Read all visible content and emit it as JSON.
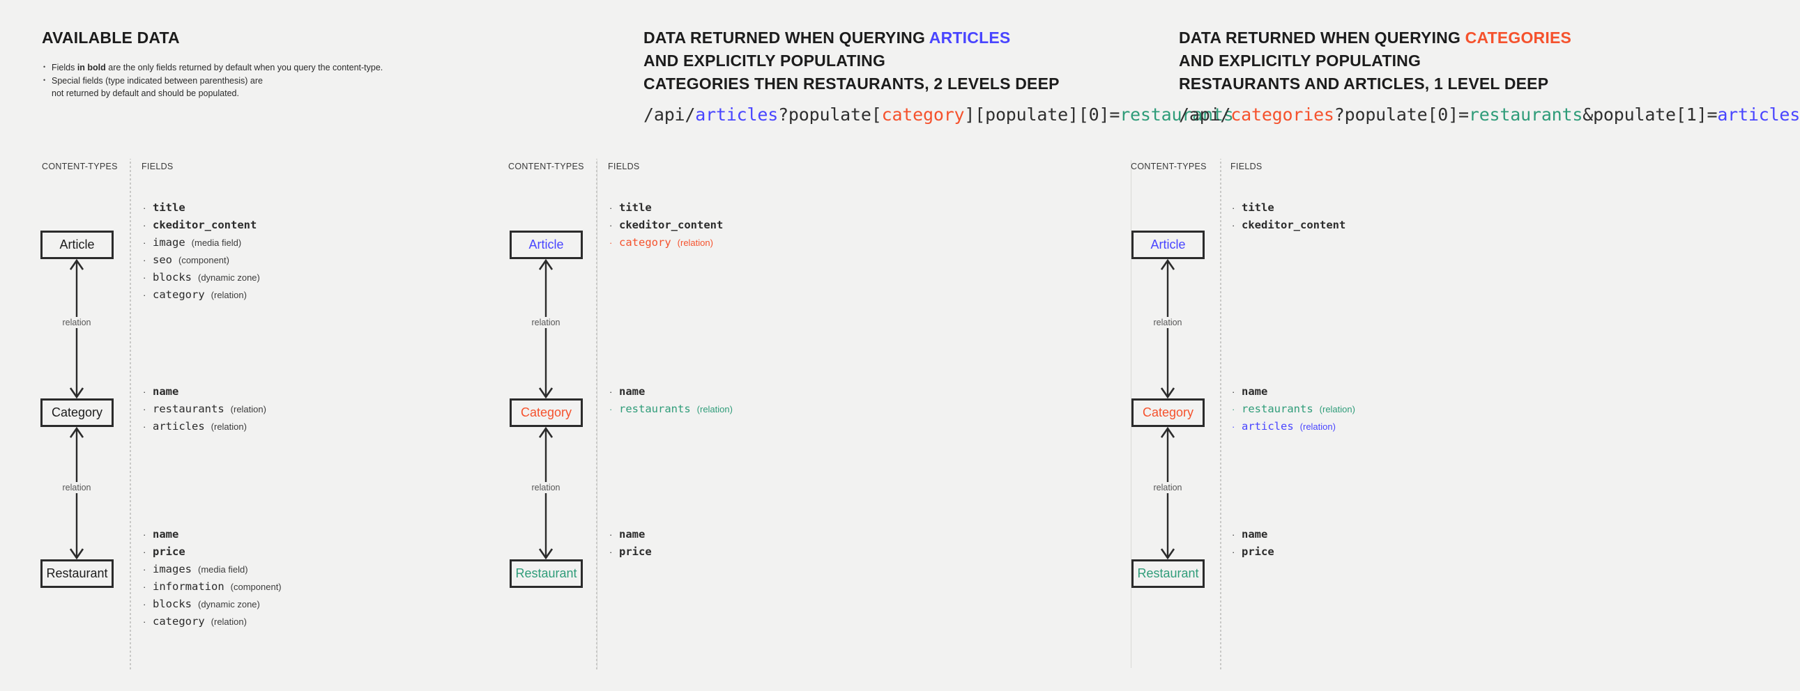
{
  "columns": [
    {
      "id": "available-data",
      "heading": {
        "plain_before": "AVAILABLE DATA",
        "accent": "",
        "accent_color": "",
        "plain_after": ""
      },
      "heading_lines": [
        "AVAILABLE DATA"
      ],
      "notes": [
        "Fields in bold are the only fields returned by default when you query the content-type.",
        "Special fields (type indicated between parenthesis) are not returned by default and should be populated."
      ],
      "notes_rich": [
        {
          "pre": "Fields ",
          "bold": "in bold",
          "post": " are the only fields returned by default when you query the content-type."
        },
        {
          "pre": "Special fields (type indicated between parenthesis) are not returned by default and should be populated.",
          "bold": "",
          "post": ""
        }
      ],
      "code": null,
      "labels": {
        "content_types": "CONTENT-TYPES",
        "fields": "FIELDS"
      },
      "boxes": [
        {
          "label": "Article",
          "color": "default"
        },
        {
          "label": "Category",
          "color": "default"
        },
        {
          "label": "Restaurant",
          "color": "default"
        }
      ],
      "relations": [
        "relation",
        "relation"
      ],
      "field_groups": [
        [
          {
            "name": "title",
            "type": "",
            "bold": true,
            "color": "default"
          },
          {
            "name": "ckeditor_content",
            "type": "",
            "bold": true,
            "color": "default"
          },
          {
            "name": "image",
            "type": "(media field)",
            "bold": false,
            "color": "default"
          },
          {
            "name": "seo",
            "type": "(component)",
            "bold": false,
            "color": "default"
          },
          {
            "name": "blocks",
            "type": "(dynamic zone)",
            "bold": false,
            "color": "default"
          },
          {
            "name": "category",
            "type": "(relation)",
            "bold": false,
            "color": "default"
          }
        ],
        [
          {
            "name": "name",
            "type": "",
            "bold": true,
            "color": "default"
          },
          {
            "name": "restaurants",
            "type": "(relation)",
            "bold": false,
            "color": "default"
          },
          {
            "name": "articles",
            "type": "(relation)",
            "bold": false,
            "color": "default"
          }
        ],
        [
          {
            "name": "name",
            "type": "",
            "bold": true,
            "color": "default"
          },
          {
            "name": "price",
            "type": "",
            "bold": true,
            "color": "default"
          },
          {
            "name": "images",
            "type": "(media field)",
            "bold": false,
            "color": "default"
          },
          {
            "name": "information",
            "type": "(component)",
            "bold": false,
            "color": "default"
          },
          {
            "name": "blocks",
            "type": "(dynamic zone)",
            "bold": false,
            "color": "default"
          },
          {
            "name": "category",
            "type": "(relation)",
            "bold": false,
            "color": "default"
          }
        ]
      ]
    },
    {
      "id": "query-articles",
      "heading_lines": [
        "DATA RETURNED WHEN QUERYING ARTICLES",
        "AND EXPLICITLY POPULATING",
        "CATEGORIES THEN RESTAURANTS, 2 LEVELS DEEP"
      ],
      "heading_line1_plain": "DATA RETURNED WHEN QUERYING ",
      "heading_line1_accent": "ARTICLES",
      "heading_line2": "AND EXPLICITLY POPULATING",
      "heading_line3": "CATEGORIES THEN RESTAURANTS, 2 LEVELS DEEP",
      "code_segments": [
        {
          "text": "/api/",
          "color": "default"
        },
        {
          "text": "articles",
          "color": "blue"
        },
        {
          "text": "?populate[",
          "color": "default"
        },
        {
          "text": "category",
          "color": "red"
        },
        {
          "text": "][populate][0]=",
          "color": "default"
        },
        {
          "text": "restaurants",
          "color": "green"
        }
      ],
      "code_plain": "/api/articles?populate[category][populate][0]=restaurants",
      "labels": {
        "content_types": "CONTENT-TYPES",
        "fields": "FIELDS"
      },
      "boxes": [
        {
          "label": "Article",
          "color": "blue"
        },
        {
          "label": "Category",
          "color": "red"
        },
        {
          "label": "Restaurant",
          "color": "green"
        }
      ],
      "relations": [
        "relation",
        "relation"
      ],
      "field_groups": [
        [
          {
            "name": "title",
            "type": "",
            "bold": true,
            "color": "default"
          },
          {
            "name": "ckeditor_content",
            "type": "",
            "bold": true,
            "color": "default"
          },
          {
            "name": "category",
            "type": "(relation)",
            "bold": false,
            "color": "red"
          }
        ],
        [
          {
            "name": "name",
            "type": "",
            "bold": true,
            "color": "default"
          },
          {
            "name": "restaurants",
            "type": "(relation)",
            "bold": false,
            "color": "green"
          }
        ],
        [
          {
            "name": "name",
            "type": "",
            "bold": true,
            "color": "default"
          },
          {
            "name": "price",
            "type": "",
            "bold": true,
            "color": "default"
          }
        ]
      ]
    },
    {
      "id": "query-categories",
      "heading_lines": [
        "DATA RETURNED WHEN QUERYING CATEGORIES",
        "AND EXPLICITLY POPULATING",
        "RESTAURANTS AND ARTICLES, 1 LEVEL DEEP"
      ],
      "heading_line1_plain": "DATA RETURNED WHEN QUERYING ",
      "heading_line1_accent": "CATEGORIES",
      "heading_line2": "AND EXPLICITLY POPULATING",
      "heading_line3": "RESTAURANTS AND ARTICLES, 1 LEVEL DEEP",
      "code_segments": [
        {
          "text": "/api/",
          "color": "default"
        },
        {
          "text": "categories",
          "color": "red"
        },
        {
          "text": "?populate[0]=",
          "color": "default"
        },
        {
          "text": "restaurants",
          "color": "green"
        },
        {
          "text": "&populate[1]=",
          "color": "default"
        },
        {
          "text": "articles",
          "color": "blue"
        }
      ],
      "code_plain": "/api/categories?populate[0]=restaurants&populate[1]=articles",
      "labels": {
        "content_types": "CONTENT-TYPES",
        "fields": "FIELDS"
      },
      "boxes": [
        {
          "label": "Article",
          "color": "blue"
        },
        {
          "label": "Category",
          "color": "red"
        },
        {
          "label": "Restaurant",
          "color": "green"
        }
      ],
      "relations": [
        "relation",
        "relation"
      ],
      "field_groups": [
        [
          {
            "name": "title",
            "type": "",
            "bold": true,
            "color": "default"
          },
          {
            "name": "ckeditor_content",
            "type": "",
            "bold": true,
            "color": "default"
          }
        ],
        [
          {
            "name": "name",
            "type": "",
            "bold": true,
            "color": "default"
          },
          {
            "name": "restaurants",
            "type": "(relation)",
            "bold": false,
            "color": "green"
          },
          {
            "name": "articles",
            "type": "(relation)",
            "bold": false,
            "color": "blue"
          }
        ],
        [
          {
            "name": "name",
            "type": "",
            "bold": true,
            "color": "default"
          },
          {
            "name": "price",
            "type": "",
            "bold": true,
            "color": "default"
          }
        ]
      ]
    }
  ],
  "palette": {
    "background": "#f2f2f1",
    "ink": "#1c1c1c",
    "blue": "#4945ff",
    "red": "#f5522d",
    "green": "#2f9c79",
    "muted": "#565656",
    "divider": "#c9c9c7"
  },
  "geometry": {
    "box_tops": [
      331,
      572,
      803
    ],
    "field_group_tops": [
      287,
      551,
      756
    ],
    "relation_label_tops": [
      455,
      692
    ]
  }
}
